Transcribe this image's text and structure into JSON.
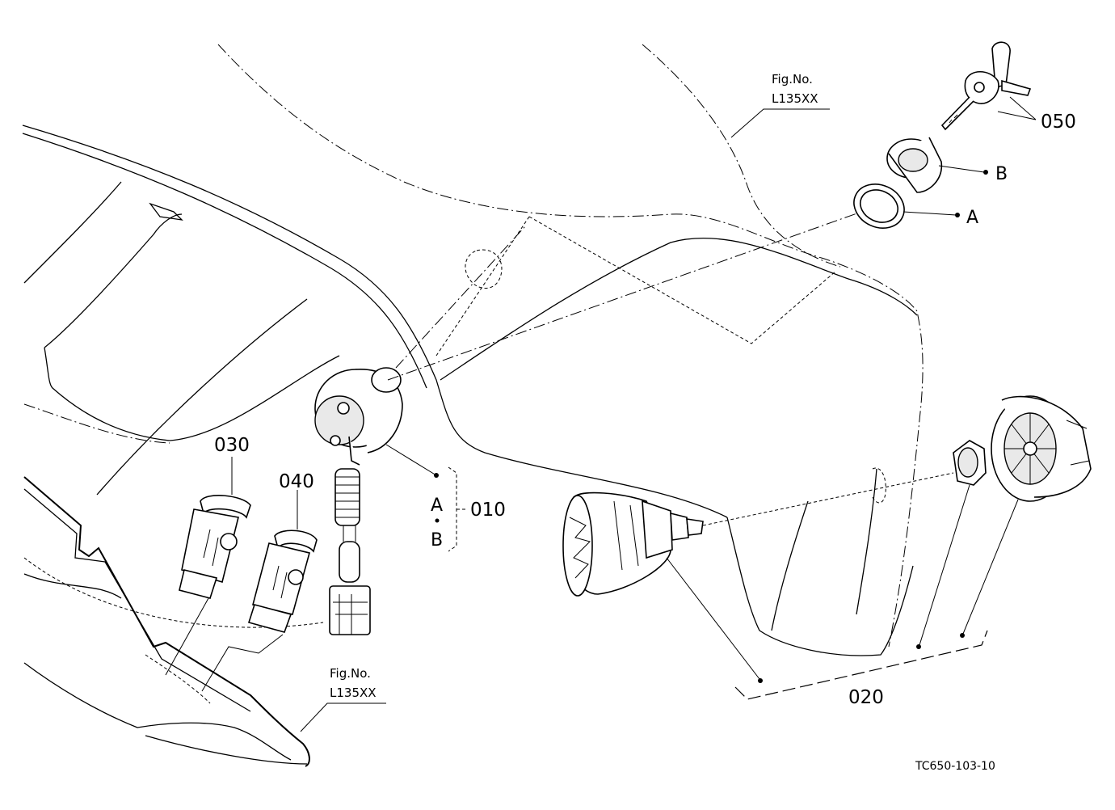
{
  "labels": {
    "part_010": "010",
    "part_020": "020",
    "part_030": "030",
    "part_040": "040",
    "part_050": "050",
    "ref_a_1": "A",
    "ref_b_1": "B",
    "ref_a_2": "A",
    "ref_b_2": "B"
  },
  "fig_refs": {
    "upper": {
      "line1": "Fig.No.",
      "line2": "L135XX"
    },
    "lower": {
      "line1": "Fig.No.",
      "line2": "L135XX"
    }
  },
  "drawing_code": "TC650-103-10"
}
